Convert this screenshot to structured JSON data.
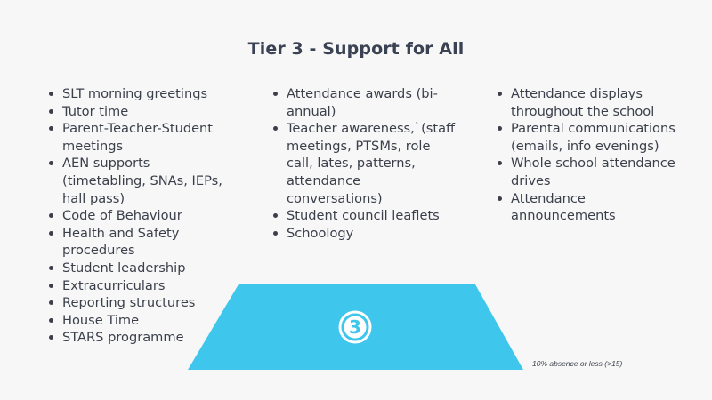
{
  "title": "Tier 3 - Support for All",
  "columns": [
    {
      "items": [
        "SLT morning greetings",
        "Tutor time",
        "Parent-Teacher-Student meetings",
        "AEN supports (timetabling, SNAs, IEPs, hall pass)",
        "Code of Behaviour",
        "Health and Safety procedures",
        "Student leadership",
        "Extracurriculars",
        "Reporting structures",
        "House Time",
        "STARS programme"
      ]
    },
    {
      "items": [
        "Attendance awards (bi-annual)",
        "Teacher awareness,`(staff meetings, PTSMs, role call, lates, patterns, attendance conversations)",
        "Student council leaflets",
        "Schoology"
      ]
    },
    {
      "items": [
        "Attendance displays throughout the school",
        "Parental communications (emails, info evenings)",
        "Whole school attendance drives",
        "Attendance announcements"
      ]
    }
  ],
  "tier_badge": "3",
  "footnote": "10% absence or less (>15)",
  "colors": {
    "tier_fill": "#3ec6ec",
    "badge_ring": "#ffffff",
    "text": "#3b3f4a"
  }
}
